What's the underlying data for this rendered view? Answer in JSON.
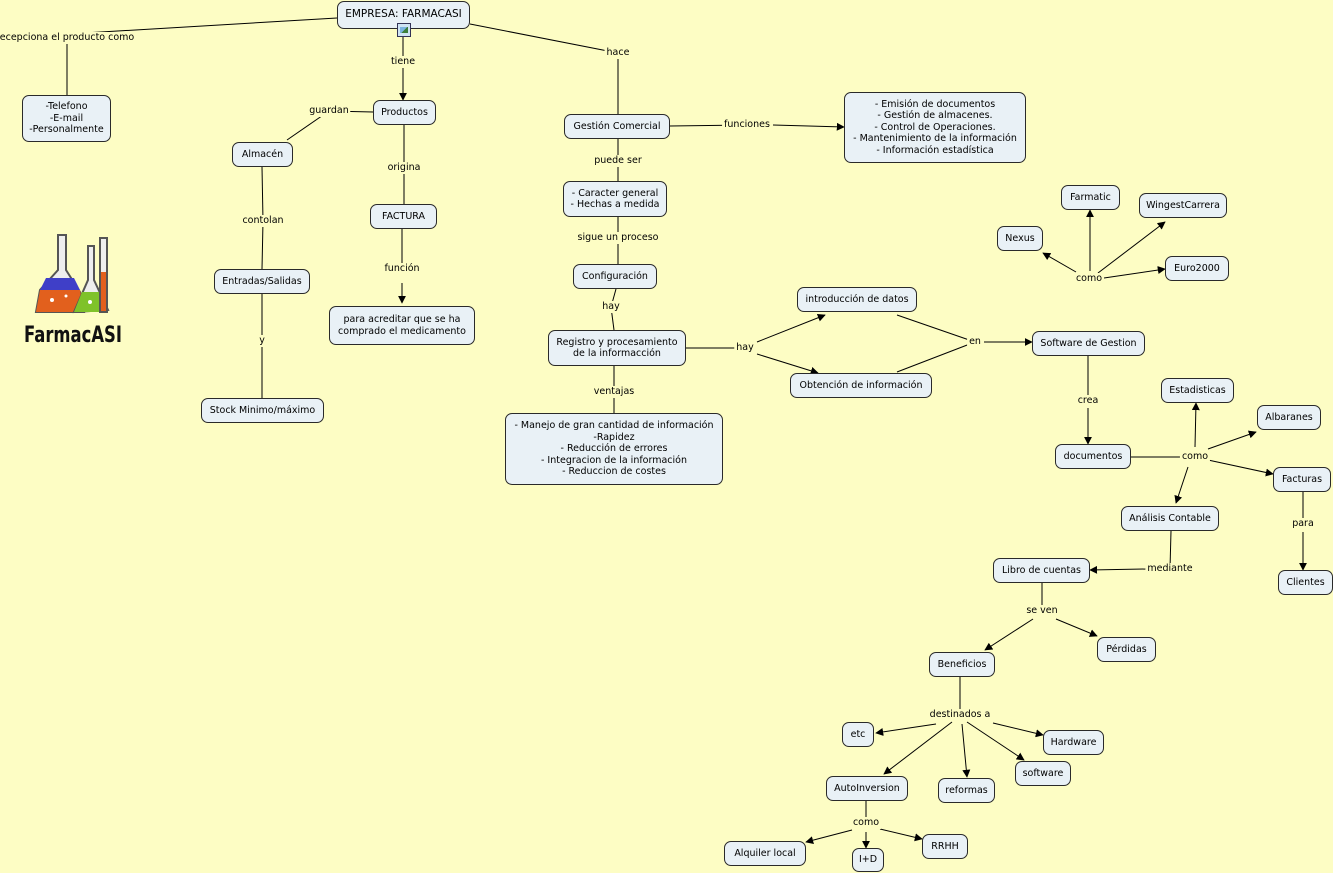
{
  "colors": {
    "background": "#fdfdc4",
    "node_fill": "#e9f1f6",
    "node_border": "#2a2a2a",
    "line": "#000000"
  },
  "logo": {
    "text": "FarmacASI"
  },
  "nodes": {
    "root": "EMPRESA: FARMACASI",
    "contacto": "-Telefono\n-E-mail\n-Personalmente",
    "productos": "Productos",
    "almacen": "Almacén",
    "factura": "FACTURA",
    "entradas": "Entradas/Salidas",
    "acreditar": "para acreditar que se ha\ncomprado el medicamento",
    "stock": "Stock Minimo/máximo",
    "gestion": "Gestión Comercial",
    "funciones_list": "- Emisión de documentos\n- Gestión de almacenes.\n- Control de Operaciones.\n- Mantenimiento de la información\n- Información estadística",
    "caracter": "- Caracter general\n- Hechas a medida",
    "configuracion": "Configuración",
    "registro": "Registro y procesamiento\nde la informacción",
    "ventajas_list": "- Manejo de gran cantidad de información\n-Rapidez\n- Reducción de errores\n- Integracion de la información\n- Reduccion de costes",
    "introduccion": "introducción de datos",
    "obtencion": "Obtención de información",
    "software_gestion": "Software de Gestion",
    "farmatic": "Farmatic",
    "wingest": "WingestCarrera",
    "nexus": "Nexus",
    "euro2000": "Euro2000",
    "documentos": "documentos",
    "estadisticas": "Estadisticas",
    "albaranes": "Albaranes",
    "facturas": "Facturas",
    "clientes": "Clientes",
    "analisis": "Análisis Contable",
    "libro": "Libro de cuentas",
    "beneficios": "Beneficios",
    "perdidas": "Pérdidas",
    "etc": "etc",
    "hardware": "Hardware",
    "software": "software",
    "reformas": "reformas",
    "autoinversion": "AutoInversion",
    "alquiler": "Alquiler local",
    "imasd": "I+D",
    "rrhh": "RRHH"
  },
  "labels": {
    "recepciona": "ecepciona el producto como",
    "tiene": "tiene",
    "hace": "hace",
    "guardan": "guardan",
    "origina": "origina",
    "contolan": "contolan",
    "funcion": "función",
    "y": "y",
    "funciones": "funciones",
    "puede_ser": "puede ser",
    "sigue": "sigue un proceso",
    "hay1": "hay",
    "hay2": "hay",
    "ventajas": "ventajas",
    "en": "en",
    "como1": "como",
    "crea": "crea",
    "como2": "como",
    "para": "para",
    "mediante": "mediante",
    "se_ven": "se ven",
    "destinados": "destinados a",
    "como3": "como"
  }
}
